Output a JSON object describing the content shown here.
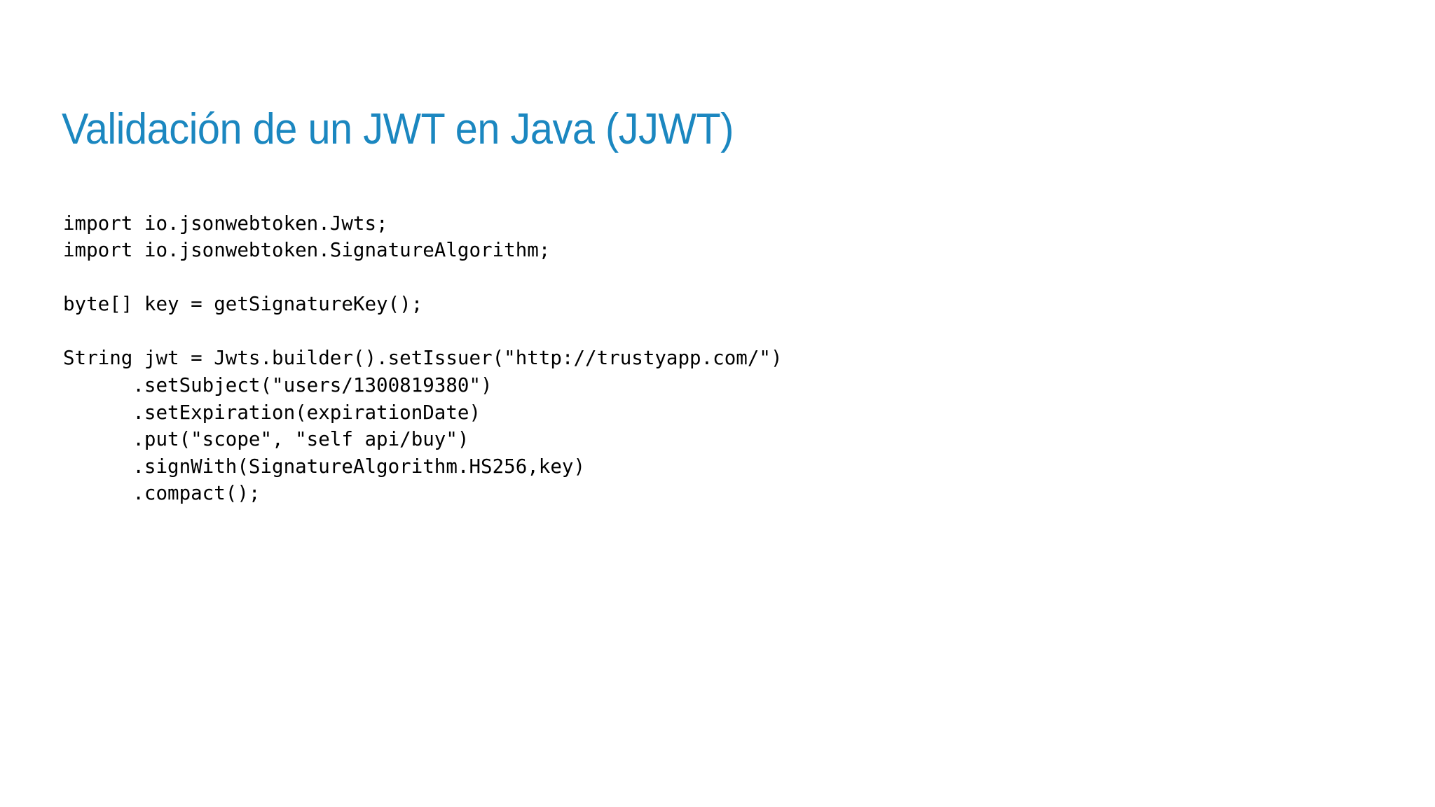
{
  "slide": {
    "background_color": "#ffffff",
    "title": "Validación de un JWT en Java (JJWT)",
    "title_color": "#1b87c0",
    "code_color": "#000000"
  },
  "code": {
    "language": "java",
    "lines": [
      "import io.jsonwebtoken.Jwts;",
      "import io.jsonwebtoken.SignatureAlgorithm;",
      "",
      "byte[] key = getSignatureKey();",
      "",
      "String jwt = Jwts.builder().setIssuer(\"http://trustyapp.com/\")",
      "      .setSubject(\"users/1300819380\")",
      "      .setExpiration(expirationDate)",
      "      .put(\"scope\", \"self api/buy\")",
      "      .signWith(SignatureAlgorithm.HS256,key)",
      "      .compact();"
    ]
  }
}
